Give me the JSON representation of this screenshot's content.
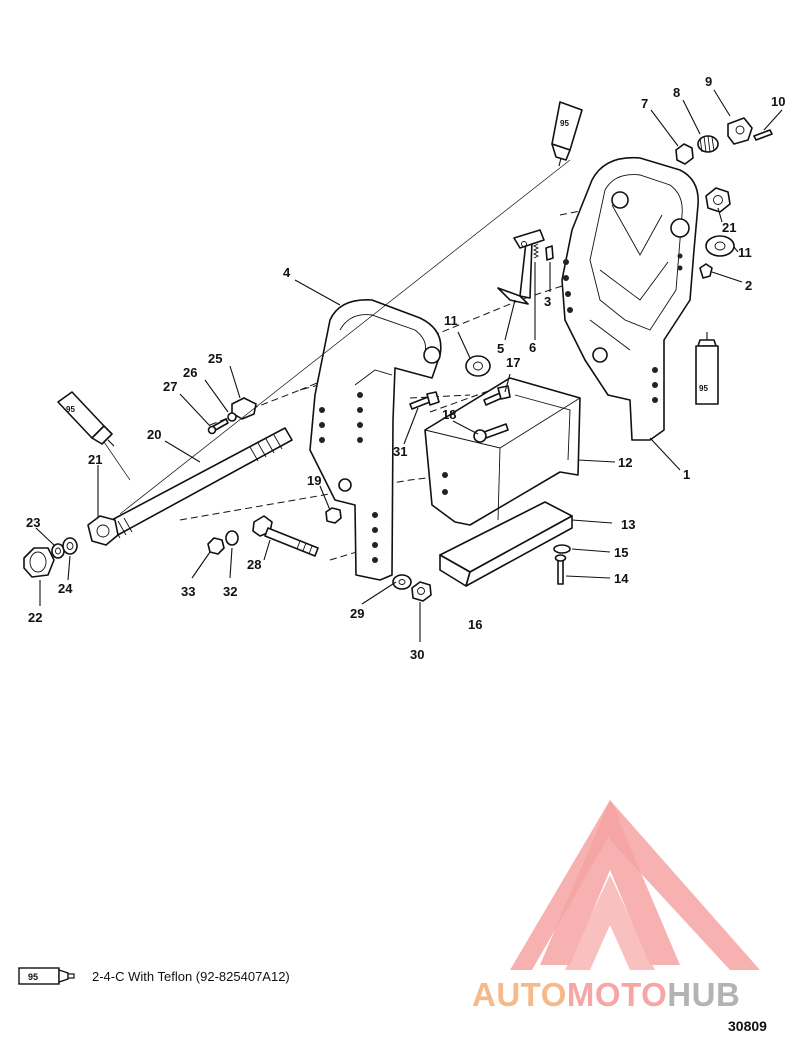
{
  "callouts": {
    "c1": "1",
    "c2": "2",
    "c3": "3",
    "c4": "4",
    "c5": "5",
    "c6": "6",
    "c7": "7",
    "c8": "8",
    "c9": "9",
    "c10": "10",
    "c11a": "11",
    "c11b": "11",
    "c12": "12",
    "c13": "13",
    "c14": "14",
    "c15": "15",
    "c16": "16",
    "c17": "17",
    "c18": "18",
    "c19": "19",
    "c20": "20",
    "c21a": "21",
    "c21b": "21",
    "c22": "22",
    "c23": "23",
    "c24": "24",
    "c25": "25",
    "c26": "26",
    "c27": "27",
    "c28": "28",
    "c29": "29",
    "c30": "30",
    "c31": "31",
    "c32": "32",
    "c33": "33"
  },
  "tube_label": "95",
  "legend": {
    "text": "2-4-C With Teflon (92-825407A12)"
  },
  "figure_number": "30809",
  "watermark": {
    "part1": "AUTO",
    "part2": "MOTO",
    "part3": "HUB"
  }
}
